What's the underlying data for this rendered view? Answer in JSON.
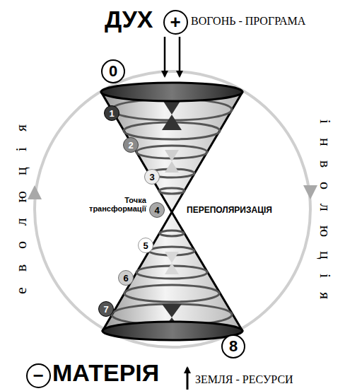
{
  "diagram": {
    "nodes": [
      {
        "text": [
          "+"
        ]
      },
      {
        "text": [
          "0"
        ]
      },
      {
        "text": [
          "1"
        ]
      },
      {
        "text": [
          "2"
        ]
      },
      {
        "text": [
          "3"
        ]
      },
      {
        "text": [
          "4"
        ]
      },
      {
        "text": [
          "5"
        ]
      },
      {
        "text": [
          "6"
        ]
      },
      {
        "text": [
          "7"
        ]
      },
      {
        "text": [
          "8"
        ]
      },
      {
        "text": [
          "−"
        ]
      }
    ],
    "labels": [
      "ДУХ",
      "ВОГОНЬ - ПРОГРАМА",
      "еволюція",
      "інволюція",
      "Точка трансформації",
      "ПЕРЕПОЛЯРИЗАЦІЯ",
      "МАТЕРІЯ",
      "ЗЕМЛЯ - РЕСУРСИ"
    ]
  }
}
